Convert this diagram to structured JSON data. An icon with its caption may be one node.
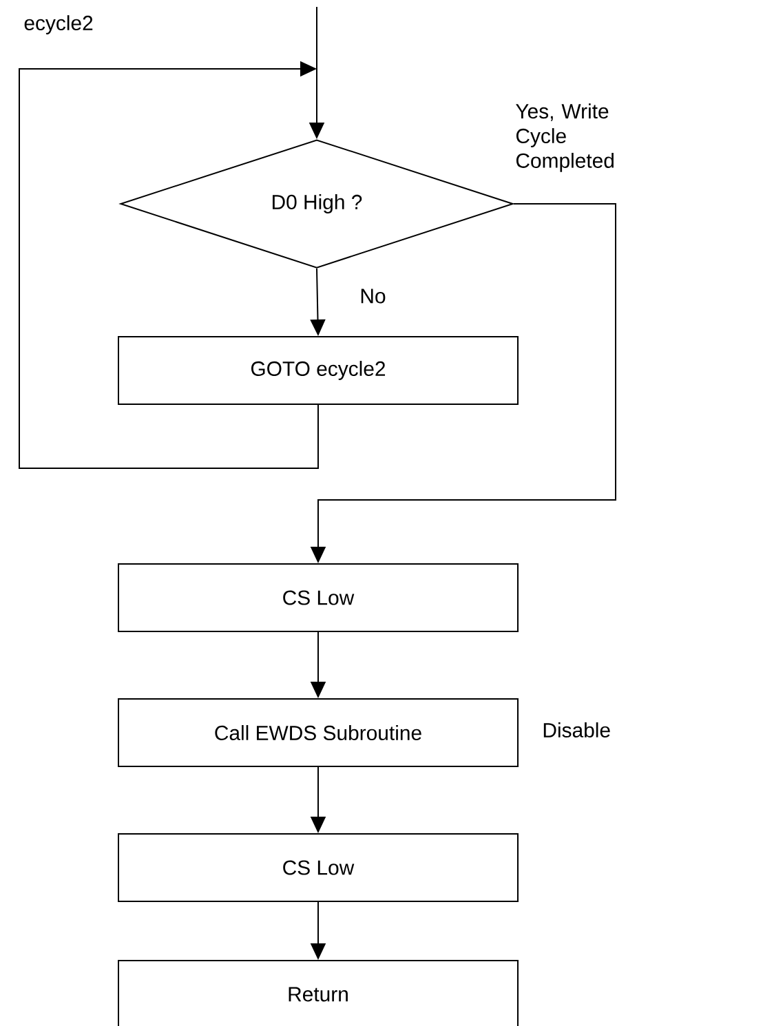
{
  "diagram": {
    "nodes": [
      {
        "text": [
          "D0 High ?"
        ]
      },
      {
        "text": [
          "GOTO ecycle2"
        ]
      },
      {
        "text": [
          "CS Low"
        ]
      },
      {
        "text": [
          "Call EWDS Subroutine"
        ],
        "beside": [
          "Disable"
        ]
      },
      {
        "text": [
          "CS Low"
        ]
      },
      {
        "text": [
          "Return"
        ]
      }
    ],
    "edges": [
      {
        "from": null,
        "to": 0,
        "arrow": "to"
      },
      {
        "from": 0,
        "to": 1,
        "arrow": "to",
        "label": "No"
      },
      {
        "from": 1,
        "to": 0,
        "arrow": "to"
      },
      {
        "from": 0,
        "to": 2,
        "arrow": "to",
        "label": "Yes, Write Cycle Completed"
      },
      {
        "from": 2,
        "to": 3,
        "arrow": "to"
      },
      {
        "from": 3,
        "to": 4,
        "arrow": "to"
      },
      {
        "from": 4,
        "to": 5,
        "arrow": "to"
      }
    ],
    "labels": [
      "ecycle2"
    ]
  }
}
